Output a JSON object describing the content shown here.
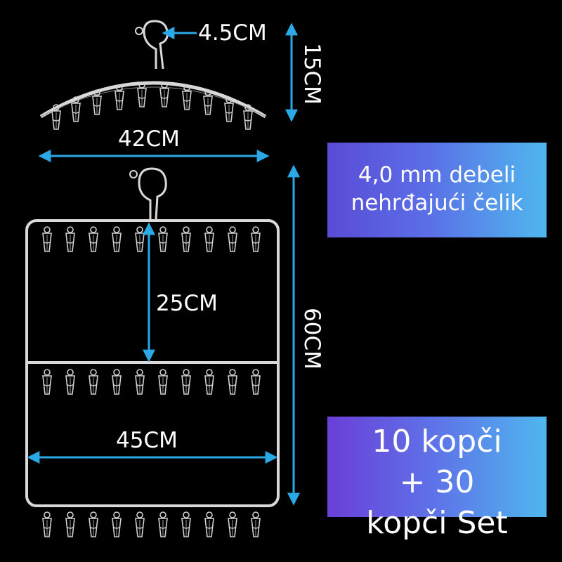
{
  "dimensions": {
    "hook_width": "4.5CM",
    "top_height": "15CM",
    "top_width": "42CM",
    "spacing": "25CM",
    "frame_height": "60CM",
    "frame_width": "45CM"
  },
  "info": {
    "material_line1": "4,0 mm debeli",
    "material_line2": "nehrđajući čelik",
    "set_line1": "10 kopči",
    "set_line2": "+ 30",
    "set_line3": "kopči Set"
  },
  "colors": {
    "arrow": "#2aa9e6",
    "wire": "#d9d9d9",
    "background": "#000000"
  }
}
